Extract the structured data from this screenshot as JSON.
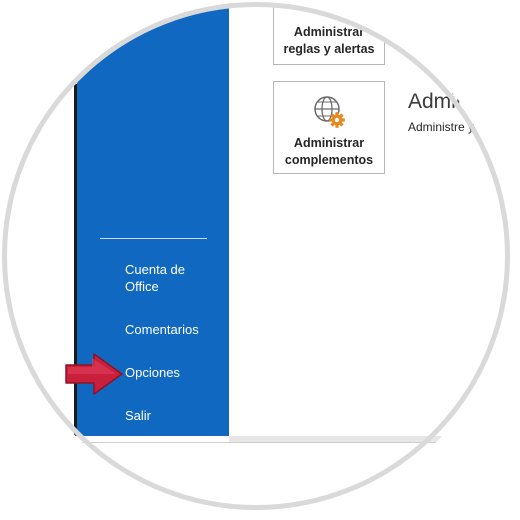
{
  "backstage": {
    "sidebar": {
      "items": [
        {
          "line1": "Cuenta de",
          "line2": "Office"
        },
        {
          "label": "Comentarios"
        },
        {
          "label": "Opciones"
        },
        {
          "label": "Salir"
        }
      ]
    },
    "tiles": [
      {
        "line1": "Administrar",
        "line2": "reglas y alertas"
      },
      {
        "line1": "Administrar",
        "line2": "complementos",
        "icon": "globe-gear-icon"
      }
    ],
    "section": {
      "heading": "Admin",
      "description": "Administre y"
    },
    "callout": {
      "icon": "arrow-right-icon",
      "color": "#c8203a"
    },
    "colors": {
      "sidebar": "#1068c0",
      "accent": "#e8871e"
    }
  }
}
